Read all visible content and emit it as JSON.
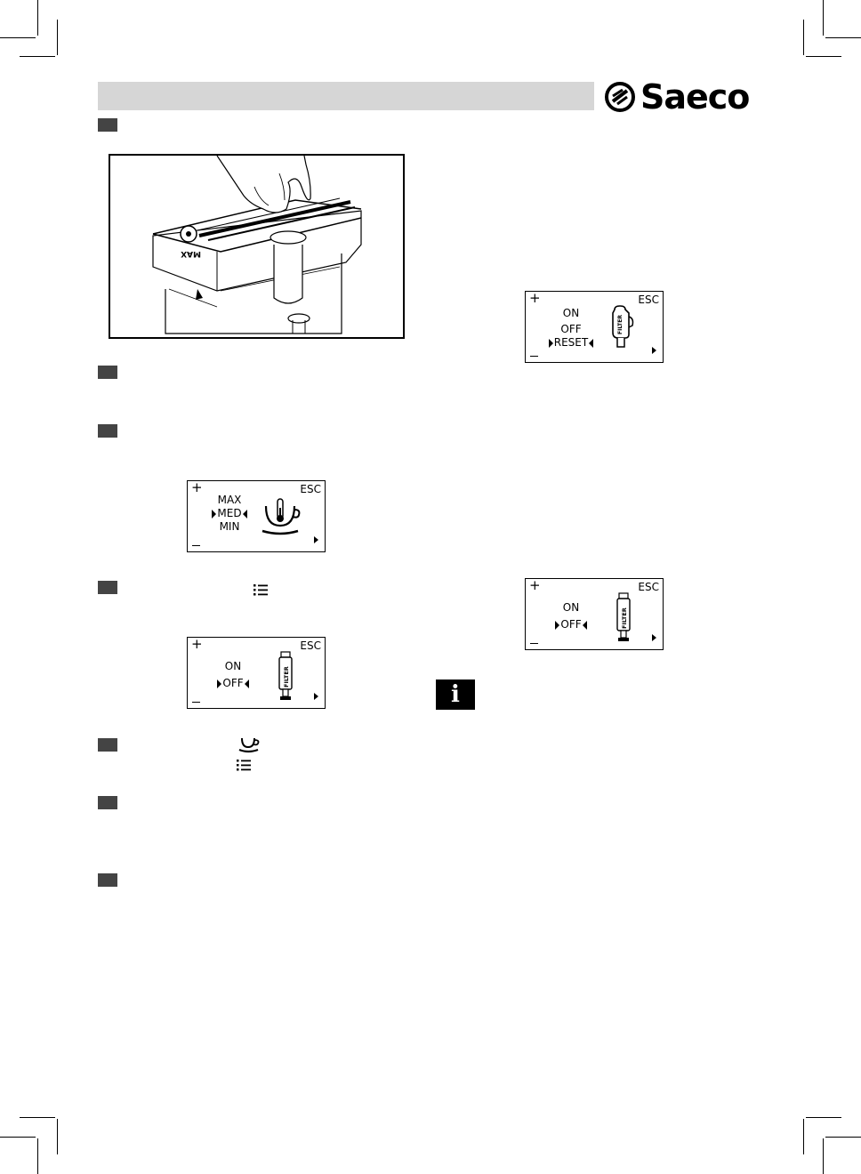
{
  "brand": {
    "name": "Saeco"
  },
  "icons": {
    "menu": "menu-list-icon",
    "cup": "coffee-cup-icon",
    "info": "info-icon",
    "thermometer": "thermometer-cup-icon",
    "filter": "water-filter-icon"
  },
  "temperature_screen": {
    "plus": "+",
    "esc": "ESC",
    "options": [
      "MAX",
      "MED",
      "MIN"
    ],
    "selected": "MED"
  },
  "filter_screen_left": {
    "plus": "+",
    "esc": "ESC",
    "options": [
      "ON",
      "OFF"
    ],
    "selected": "OFF",
    "filter_label": "FILTER"
  },
  "filter_screen_reset": {
    "plus": "+",
    "esc": "ESC",
    "options": [
      "ON",
      "OFF",
      "RESET"
    ],
    "selected": "RESET",
    "filter_label": "FILTER"
  },
  "filter_screen_right": {
    "plus": "+",
    "esc": "ESC",
    "options": [
      "ON",
      "OFF"
    ],
    "selected": "OFF",
    "filter_label": "FILTER"
  },
  "photo": {
    "tank_label": "MAX"
  },
  "info_box": {
    "label": "i"
  }
}
